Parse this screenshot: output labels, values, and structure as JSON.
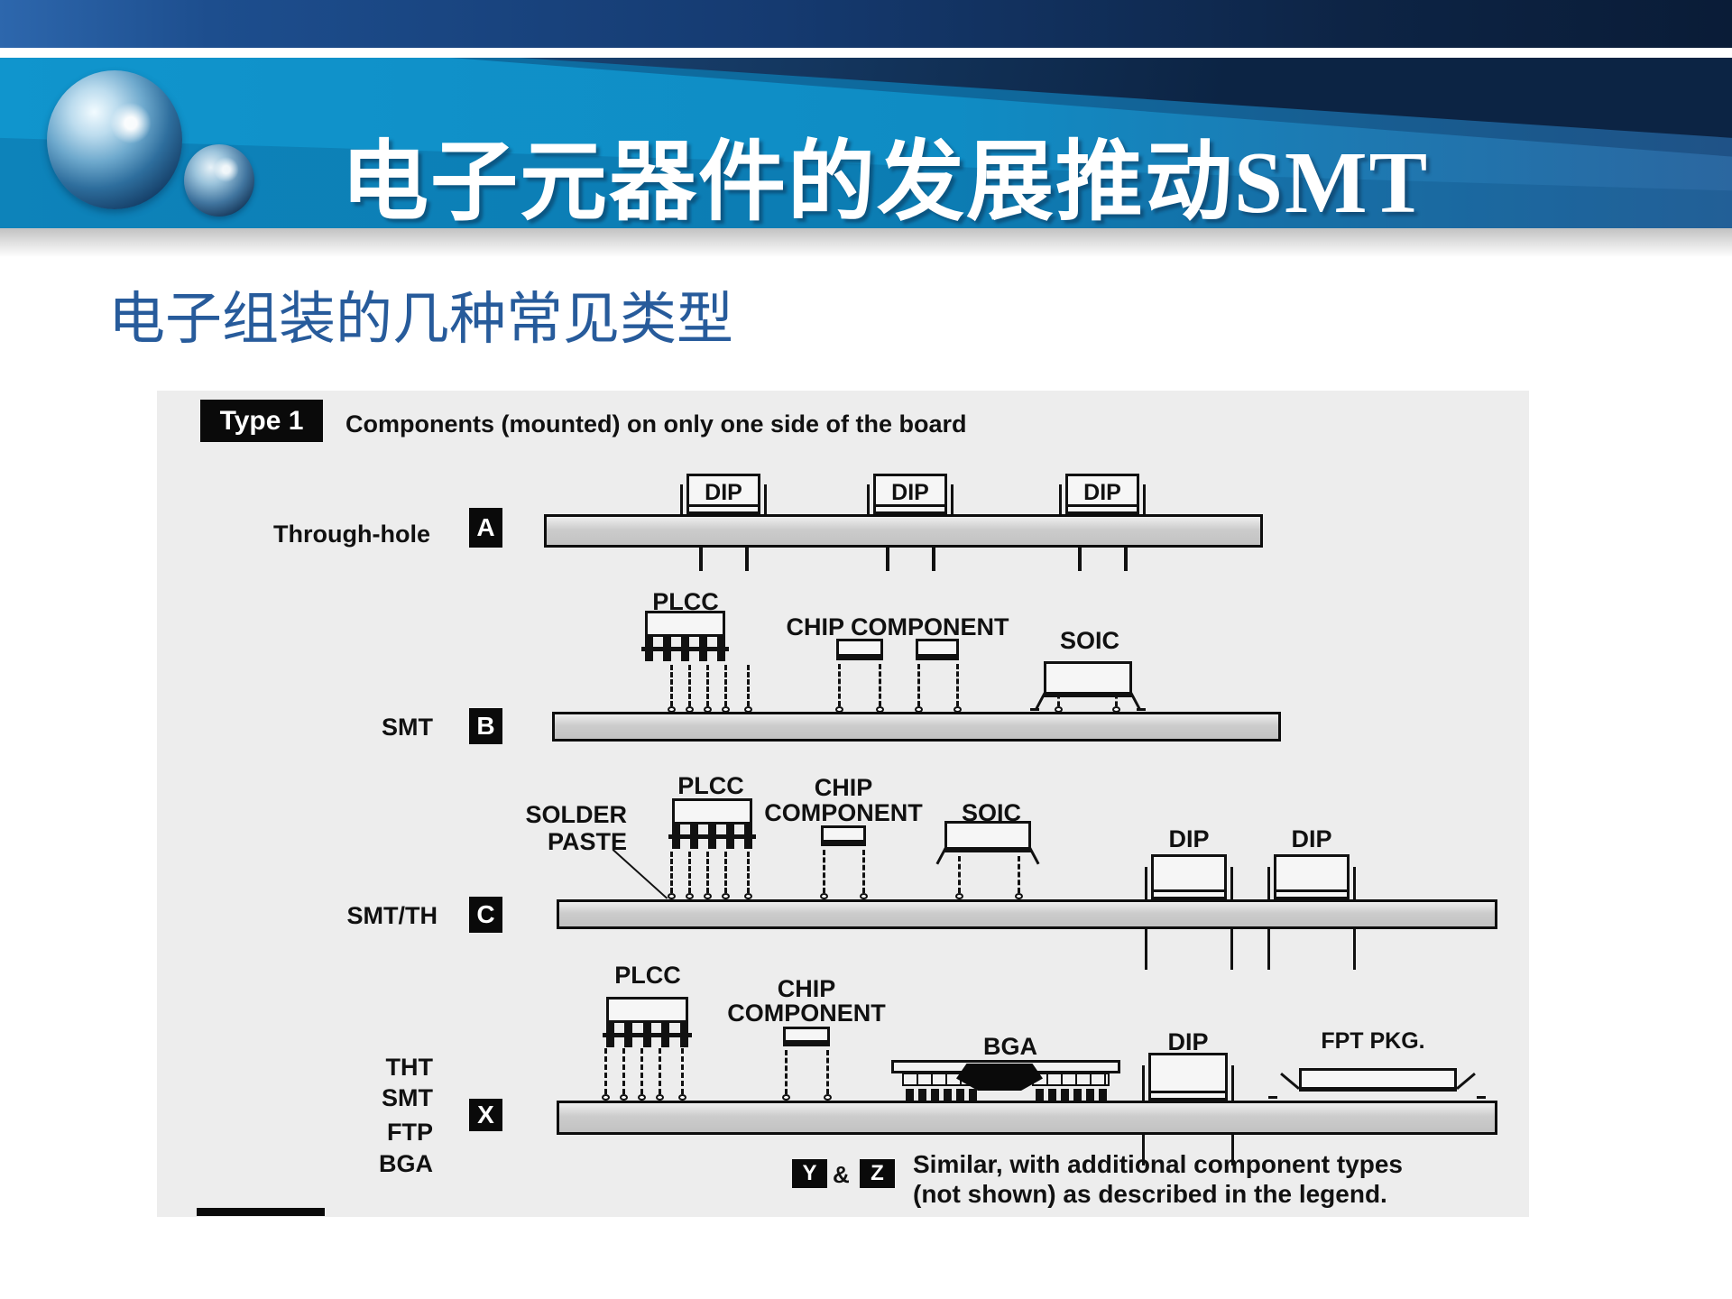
{
  "header": {
    "title": "电子元器件的发展推动SMT"
  },
  "subtitle": "电子组装的几种常见类型",
  "diagram": {
    "type_badge": "Type 1",
    "caption": "Components (mounted) on only one side of the board",
    "row_a": {
      "label": "Through-hole",
      "tag": "A"
    },
    "row_b": {
      "label": "SMT",
      "tag": "B"
    },
    "row_c": {
      "label": "SMT/TH",
      "tag": "C"
    },
    "row_x": {
      "labels": [
        "THT",
        "SMT",
        "FTP",
        "BGA"
      ],
      "tag": "X"
    },
    "labels": {
      "dip": "DIP",
      "plcc": "PLCC",
      "chip_component": "CHIP COMPONENT",
      "chip": "CHIP",
      "component": "COMPONENT",
      "soic": "SOIC",
      "solder": "SOLDER",
      "paste": "PASTE",
      "bga": "BGA",
      "fpt": "FPT PKG."
    },
    "yz": {
      "y": "Y",
      "amp": "&",
      "z": "Z",
      "line1": "Similar, with additional component types",
      "line2": "(not shown) as described in the legend."
    }
  },
  "colors": {
    "band_blue": "#1095cd",
    "band_dark": "#0c2444",
    "top_bar_navy": "#153a70",
    "subtitle_blue": "#275b9b",
    "diagram_bg": "#ededed",
    "board_fill": "#cccccc",
    "ink": "#111111"
  }
}
